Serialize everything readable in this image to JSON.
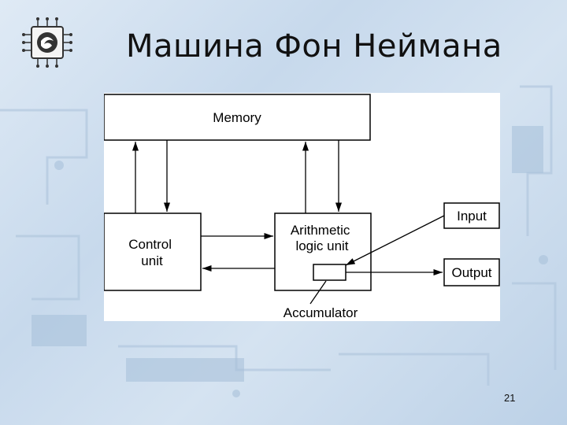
{
  "slide": {
    "title": "Машина Фон Неймана",
    "page_number": "21"
  },
  "diagram": {
    "memory_label": "Memory",
    "control_unit_label": [
      "Control",
      "unit"
    ],
    "alu_label": [
      "Arithmetic",
      "logic unit"
    ],
    "input_label": "Input",
    "output_label": "Output",
    "accumulator_label": "Accumulator"
  },
  "colors": {
    "background": "#d5e3f1",
    "panel": "#ffffff",
    "stroke": "#000000",
    "title_text": "#111111"
  }
}
